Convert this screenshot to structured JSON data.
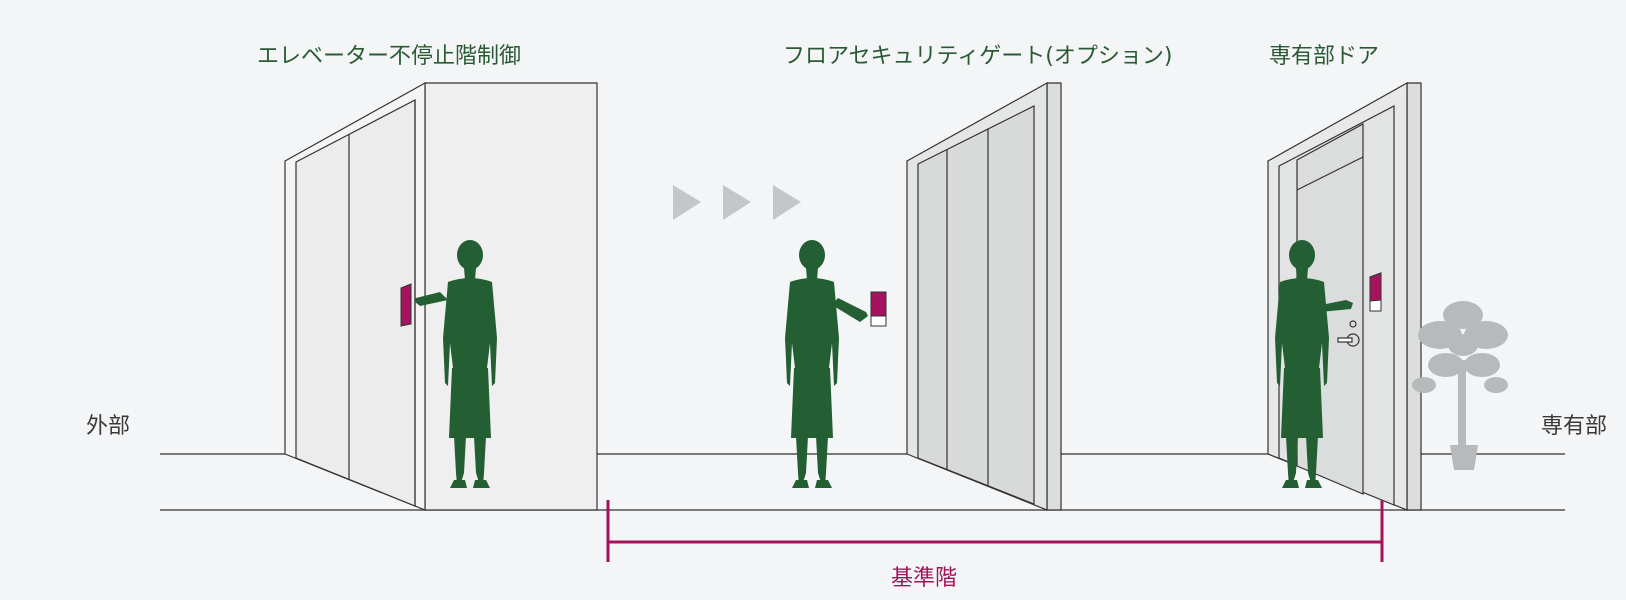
{
  "titles": {
    "elevator": "エレベーター不停止階制御",
    "floor_gate": "フロアセキュリティゲート(オプション)",
    "private_door": "専有部ドア"
  },
  "sides": {
    "outside": "外部",
    "private_area": "専有部"
  },
  "span_label": "基準階",
  "colors": {
    "silhouette": "#245e33",
    "card_reader": "#a5135f",
    "span_line": "#a3135c",
    "title_text": "#2a5a33",
    "arrow": "#c4c6c8",
    "plant": "#b7b9bb"
  },
  "icons": [
    "arrow-right-icon",
    "arrow-right-icon",
    "arrow-right-icon",
    "potted-plant-icon"
  ]
}
